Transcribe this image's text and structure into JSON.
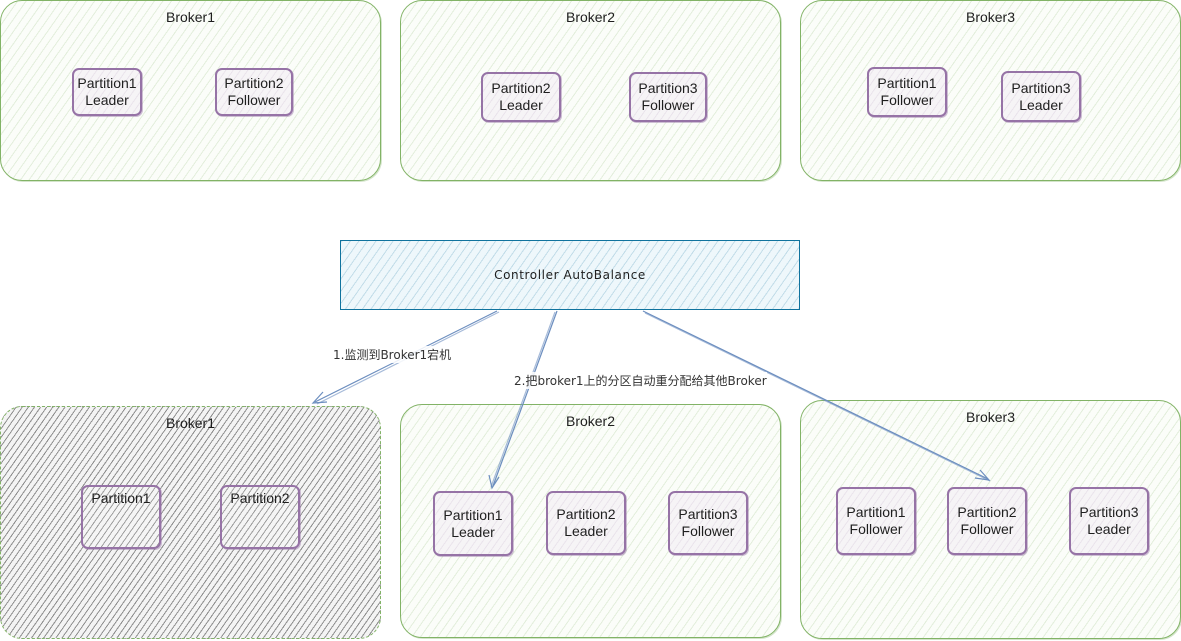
{
  "top_row": [
    {
      "title": "Broker1",
      "partitions": [
        {
          "name": "Partition1",
          "role": "Leader"
        },
        {
          "name": "Partition2",
          "role": "Follower"
        }
      ]
    },
    {
      "title": "Broker2",
      "partitions": [
        {
          "name": "Partition2",
          "role": "Leader"
        },
        {
          "name": "Partition3",
          "role": "Follower"
        }
      ]
    },
    {
      "title": "Broker3",
      "partitions": [
        {
          "name": "Partition1",
          "role": "Follower"
        },
        {
          "name": "Partition3",
          "role": "Leader"
        }
      ]
    }
  ],
  "controller": {
    "label": "Controller AutoBalance"
  },
  "edges": [
    {
      "label": "1.监测到Broker1宕机"
    },
    {
      "label": "2.把broker1上的分区自动重分配给其他Broker"
    }
  ],
  "bottom_row": [
    {
      "title": "Broker1",
      "partitions": [
        {
          "name": "Partition1"
        },
        {
          "name": "Partition2"
        }
      ]
    },
    {
      "title": "Broker2",
      "partitions": [
        {
          "name": "Partition1",
          "role": "Leader"
        },
        {
          "name": "Partition2",
          "role": "Leader"
        },
        {
          "name": "Partition3",
          "role": "Follower"
        }
      ]
    },
    {
      "title": "Broker3",
      "partitions": [
        {
          "name": "Partition1",
          "role": "Follower"
        },
        {
          "name": "Partition2",
          "role": "Follower"
        },
        {
          "name": "Partition3",
          "role": "Leader"
        }
      ]
    }
  ],
  "colors": {
    "broker_border": "#82b366",
    "partition_border": "#9673a6",
    "controller_border": "#10739e",
    "arrow": "#6c8ebf",
    "failed_fill": "#555555"
  }
}
